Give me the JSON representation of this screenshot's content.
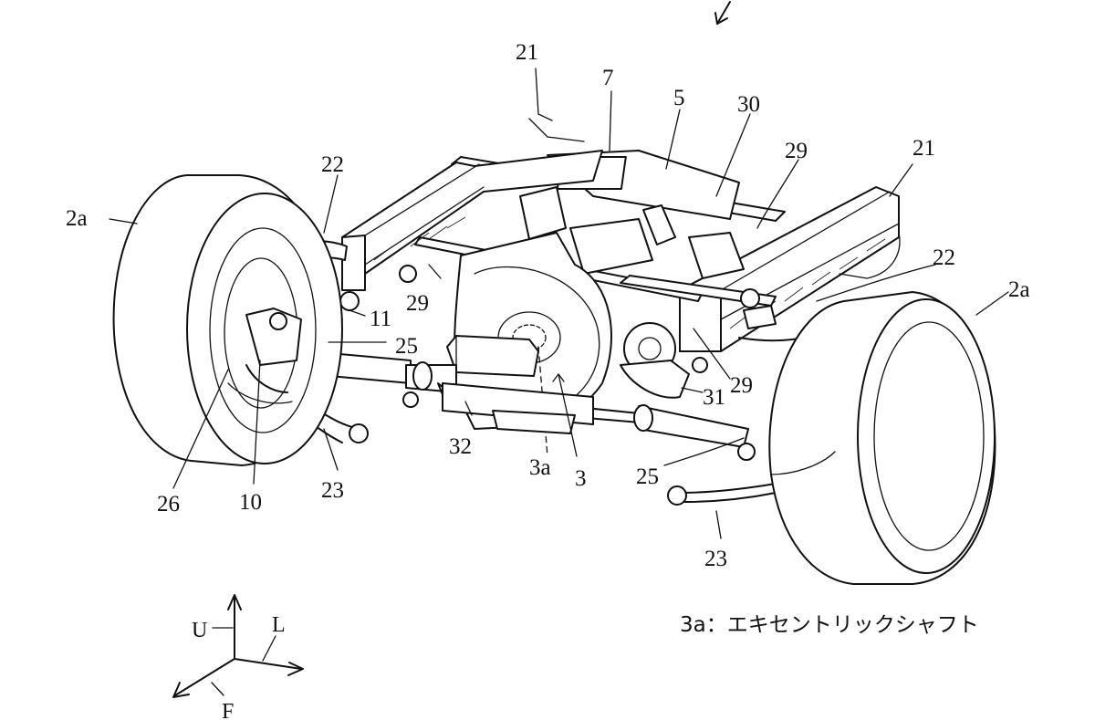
{
  "labels": {
    "l21a": "21",
    "l7": "7",
    "l5": "5",
    "l30": "30",
    "l29a": "29",
    "l21b": "21",
    "l22a": "22",
    "l2aa": "2a",
    "l22b": "22",
    "l2ab": "2a",
    "l29b": "29",
    "l11": "11",
    "l25a": "25",
    "l29c": "29",
    "l31": "31",
    "l32": "32",
    "l3a": "3a",
    "l3": "3",
    "l25b": "25",
    "l26": "26",
    "l10": "10",
    "l23a": "23",
    "l23b": "23"
  },
  "caption": "3a：エキセントリックシャフト",
  "axes": {
    "up": "U",
    "left": "L",
    "front": "F"
  }
}
